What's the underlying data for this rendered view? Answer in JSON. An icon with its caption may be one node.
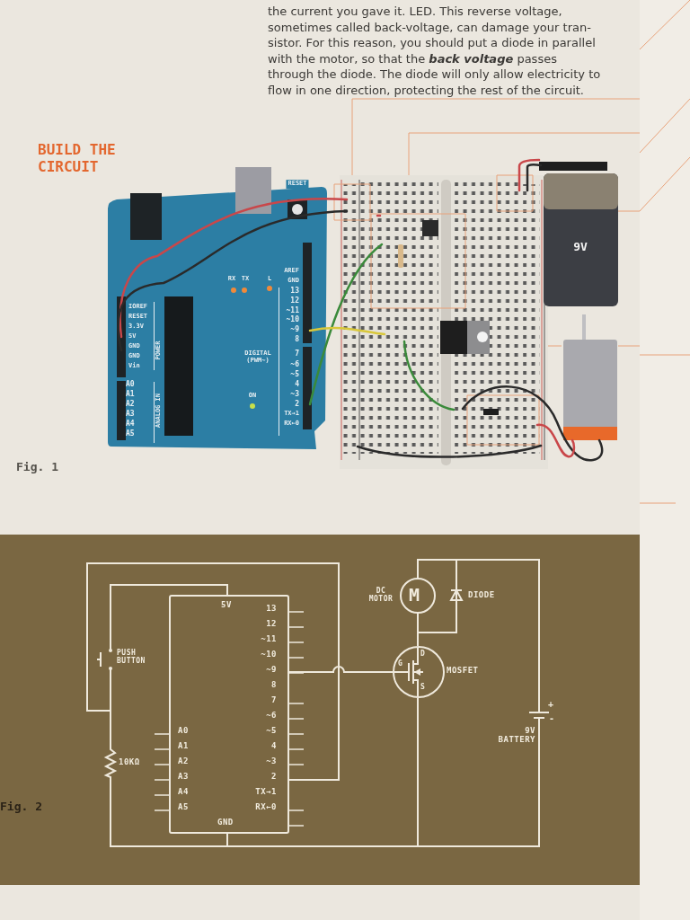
{
  "diagram": {
    "title": "BUILD THE CIRCUIT",
    "nodes": [
      {
        "text": [
          "5V",
          "13",
          "12",
          "~11",
          "~10",
          "~9",
          "8",
          "7",
          "~6",
          "~5",
          "4",
          "~3",
          "2",
          "TX→1",
          "RX←0",
          "A0",
          "A1",
          "A2",
          "A3",
          "A4",
          "A5",
          "GND"
        ]
      },
      {
        "text": [
          "PUSH BUTTON"
        ]
      },
      {
        "text": [
          "10KΩ"
        ]
      },
      {
        "text": [
          "DC MOTOR",
          "M"
        ]
      },
      {
        "text": [
          "DIODE"
        ]
      },
      {
        "text": [
          "G",
          "D",
          "S",
          "MOSFET"
        ]
      },
      {
        "text": [
          "+",
          "-",
          "9V BATTERY"
        ]
      }
    ],
    "edges": [
      {
        "from": 0,
        "to": 1,
        "arrow": "none"
      },
      {
        "from": 1,
        "to": 2,
        "arrow": "none"
      },
      {
        "from": 0,
        "to": 2,
        "arrow": "none"
      },
      {
        "from": 2,
        "to": 0,
        "arrow": "none"
      },
      {
        "from": 0,
        "to": 5,
        "arrow": "none"
      },
      {
        "from": 3,
        "to": 6,
        "arrow": "none"
      },
      {
        "from": 4,
        "to": 3,
        "arrow": "none"
      },
      {
        "from": 4,
        "to": 5,
        "arrow": "none"
      },
      {
        "from": 3,
        "to": 5,
        "arrow": "none"
      },
      {
        "from": 5,
        "to": 0,
        "arrow": "none"
      },
      {
        "from": 6,
        "to": 0,
        "arrow": "none"
      }
    ],
    "labels": [
      "the current you gave it. LED. This reverse voltage, sometimes called back-voltage, can damage your tran- sistor. For this reason, you should put a diode in parallel with the motor, so that the **back voltage** passes through the diode. The diode will only allow electricity to flow in one direction, protecting the rest of the circuit.",
      "RESET",
      "RX",
      "TX",
      "L",
      "AREF",
      "GND",
      "13",
      "12",
      "~11",
      "~10",
      "~9",
      "8",
      "IOREF",
      "RESET",
      "3.3V",
      "5V",
      "GND",
      "GND",
      "Vin",
      "POWER",
      "DIGITAL (PWM~)",
      "7",
      "~6",
      "~5",
      "4",
      "~3",
      "2",
      "TX→1",
      "RX←0",
      "A0",
      "A1",
      "A2",
      "A3",
      "A4",
      "A5",
      "ANALOG IN",
      "ON",
      "9V",
      "Fig. 1",
      "Fig. 2"
    ]
  }
}
